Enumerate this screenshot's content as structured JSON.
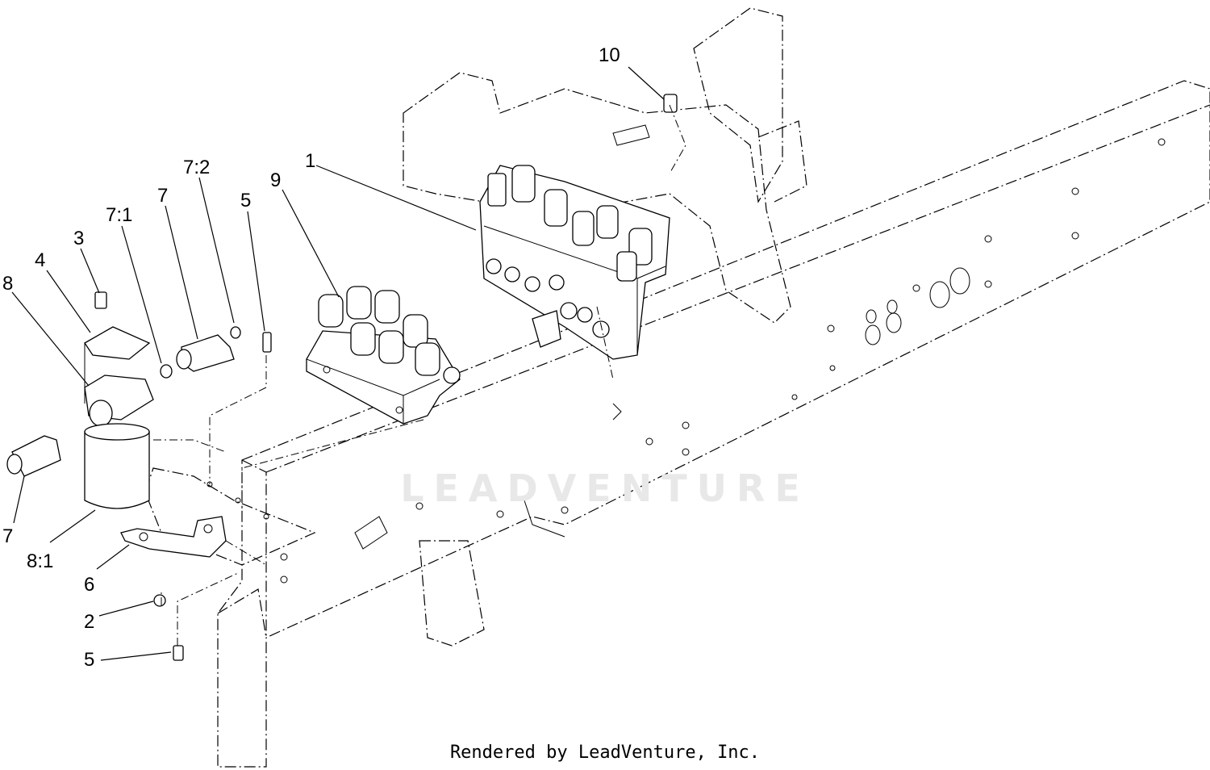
{
  "callouts": [
    {
      "id": "c10",
      "text": "10"
    },
    {
      "id": "c1",
      "text": "1"
    },
    {
      "id": "c9",
      "text": "9"
    },
    {
      "id": "c72",
      "text": "7:2"
    },
    {
      "id": "c7a",
      "text": "7"
    },
    {
      "id": "c5a",
      "text": "5"
    },
    {
      "id": "c71",
      "text": "7:1"
    },
    {
      "id": "c3",
      "text": "3"
    },
    {
      "id": "c4",
      "text": "4"
    },
    {
      "id": "c8",
      "text": "8"
    },
    {
      "id": "c7b",
      "text": "7"
    },
    {
      "id": "c81",
      "text": "8:1"
    },
    {
      "id": "c6",
      "text": "6"
    },
    {
      "id": "c2",
      "text": "2"
    },
    {
      "id": "c5b",
      "text": "5"
    }
  ],
  "watermark": "LEADVENTURE",
  "footer": "Rendered by LeadVenture, Inc."
}
